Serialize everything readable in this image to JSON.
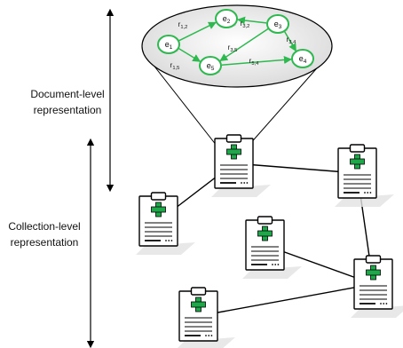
{
  "labels": {
    "document_level": [
      "Document-level",
      "representation"
    ],
    "collection_level": [
      "Collection-level",
      "representation"
    ]
  },
  "graph": {
    "nodes": [
      {
        "id": "e1",
        "base": "e",
        "sub": "1"
      },
      {
        "id": "e2",
        "base": "e",
        "sub": "2"
      },
      {
        "id": "e3",
        "base": "e",
        "sub": "3"
      },
      {
        "id": "e4",
        "base": "e",
        "sub": "4"
      },
      {
        "id": "e5",
        "base": "e",
        "sub": "5"
      }
    ],
    "edges": [
      {
        "from": "e1",
        "to": "e2",
        "base": "r",
        "sub": "1,2"
      },
      {
        "from": "e3",
        "to": "e2",
        "base": "r",
        "sub": "3,2"
      },
      {
        "from": "e3",
        "to": "e4",
        "base": "r",
        "sub": "3,4"
      },
      {
        "from": "e3",
        "to": "e5",
        "base": "r",
        "sub": "3,5"
      },
      {
        "from": "e1",
        "to": "e5",
        "base": "r",
        "sub": "1,5"
      },
      {
        "from": "e5",
        "to": "e4",
        "base": "r",
        "sub": "5,4"
      }
    ]
  },
  "documents": [
    {
      "id": "doc-a"
    },
    {
      "id": "doc-b"
    },
    {
      "id": "doc-c"
    },
    {
      "id": "doc-d"
    },
    {
      "id": "doc-e"
    },
    {
      "id": "doc-f"
    }
  ],
  "links": [
    {
      "from": "doc-a",
      "to": "doc-b"
    },
    {
      "from": "doc-a",
      "to": "doc-c"
    },
    {
      "from": "doc-b",
      "to": "doc-e"
    },
    {
      "from": "doc-d",
      "to": "doc-e"
    },
    {
      "from": "doc-e",
      "to": "doc-f"
    }
  ],
  "colors": {
    "node_stroke": "#2fb84f",
    "edge": "#2fb84f",
    "cross": "#1ea84a",
    "line": "#000000",
    "ellipse_fill": "#dcdcdc"
  }
}
